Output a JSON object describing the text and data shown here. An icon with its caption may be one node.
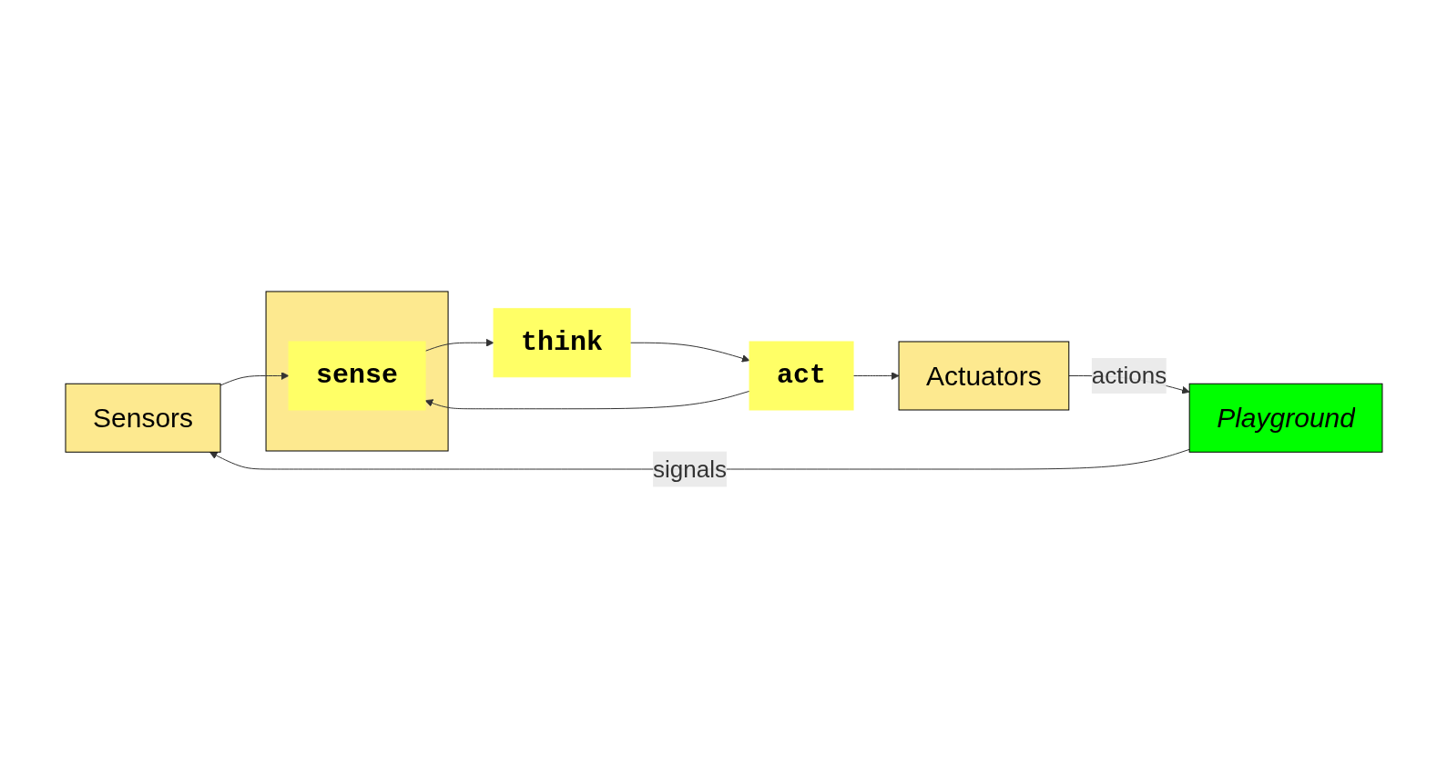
{
  "diagram": {
    "nodes": [
      {
        "text": [
          "Sensors"
        ]
      },
      {
        "text": [],
        "shape": "box"
      },
      {
        "text": [
          "Actuators"
        ]
      },
      {
        "text": [
          "sense"
        ],
        "in": 1
      },
      {
        "text": [
          "think"
        ]
      },
      {
        "text": [
          "act"
        ]
      },
      {
        "text": [
          "Playground"
        ]
      }
    ],
    "edges": [
      {
        "from": 0,
        "to": 3,
        "arrow": "to"
      },
      {
        "from": 3,
        "to": 4,
        "arrow": "to"
      },
      {
        "from": 4,
        "to": 5,
        "arrow": "to"
      },
      {
        "from": 5,
        "to": 3,
        "arrow": "to"
      },
      {
        "from": 5,
        "to": 2,
        "arrow": "to"
      },
      {
        "from": 2,
        "to": 6,
        "label": "actions",
        "arrow": "to"
      },
      {
        "from": 6,
        "to": 0,
        "label": "signals",
        "arrow": "to"
      }
    ]
  }
}
